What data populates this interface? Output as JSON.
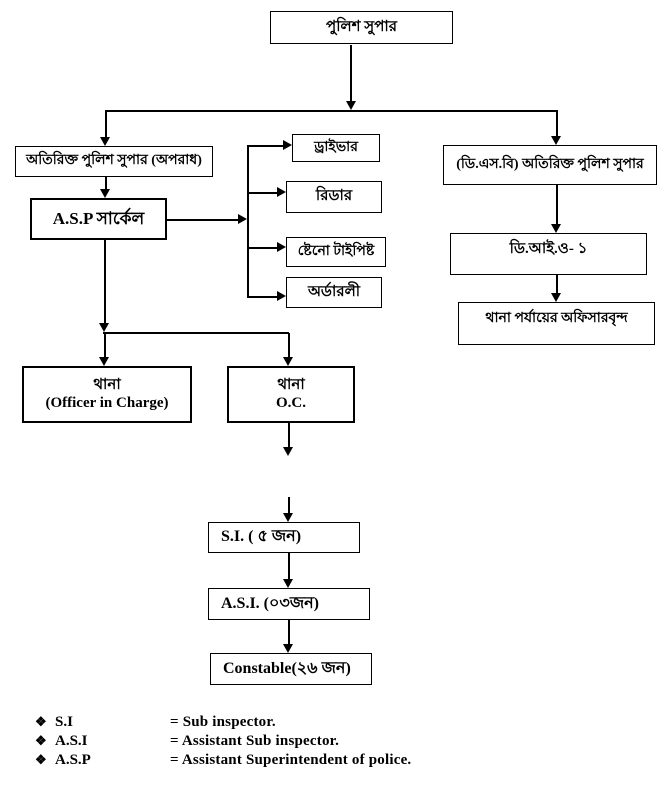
{
  "colors": {
    "ink": "#000000",
    "background": "#ffffff"
  },
  "diagram": {
    "nodes": {
      "police_super": "পুলিশ সুপার",
      "addl_sp_crime": "অতিরিক্ত পুলিশ সুপার (অপরাধ)",
      "asp_circle": "A.S.P সার্কেল",
      "driver": "ড্রাইভার",
      "reader": "রিডার",
      "steno_typist": "ষ্টেনো টাইপিষ্ট",
      "orderly": "অর্ডারলী",
      "dsb_addl_sp": "(ডি.এস.বি) অতিরিক্ত পুলিশ সুপার",
      "dio_1": "ডি.আই.ও- ১",
      "thana_level_officers": "থানা পর্যায়ের অফিসারবৃন্দ",
      "thana_oic_line1": "থানা",
      "thana_oic_line2": "(Officer in Charge)",
      "thana_oc_line1": "থানা",
      "thana_oc_line2": "O.C.",
      "si": "S.I. ( ৫ জন)",
      "asi": "A.S.I. (০৩জন)",
      "constable": "Constable(২৬ জন)"
    }
  },
  "legend": {
    "bullet": "❖",
    "items": [
      {
        "term": "S.I",
        "definition": "= Sub inspector."
      },
      {
        "term": "A.S.I",
        "definition": "= Assistant Sub inspector."
      },
      {
        "term": "A.S.P",
        "definition": "= Assistant Superintendent of police."
      }
    ]
  }
}
